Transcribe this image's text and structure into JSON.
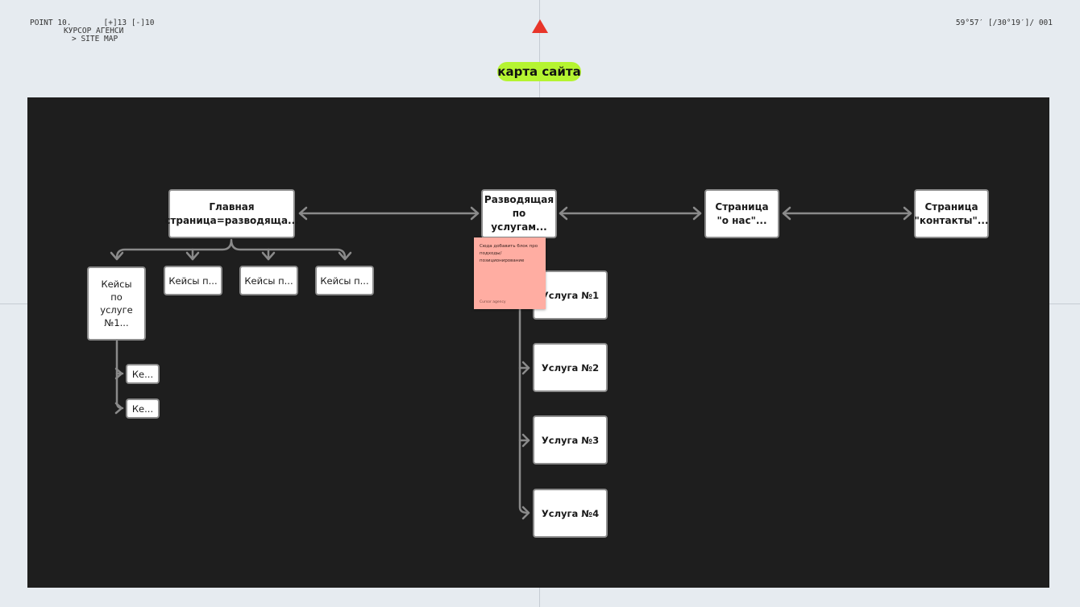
{
  "header": {
    "left_line1": "POINT 10.       [+]13 [-]10",
    "left_line2": "КУРСОР АГЕНСИ",
    "left_line3": "> SITE MAP",
    "right": "59°57′ [/30°19′]/ 001"
  },
  "title": "карта сайта",
  "nodes": {
    "home": "Главная страница=разводяща...",
    "services_hub": "Разводящая по услугам...",
    "about": "Страница \"о нас\"...",
    "contacts": "Страница \"контакты\"...",
    "cases_1": "Кейсы по услуге №1...",
    "cases_2": "Кейсы п...",
    "cases_3": "Кейсы п...",
    "cases_4": "Кейсы п...",
    "case_sub_1": "Ке...",
    "case_sub_2": "Ке...",
    "service_1": "Услуга №1",
    "service_2": "Услуга №2",
    "service_3": "Услуга №3",
    "service_4": "Услуга №4"
  },
  "sticky": {
    "text": "Сюда добавить блок про подходы/ позиционирование",
    "author": "Cursor agency"
  },
  "colors": {
    "background": "#e6ebf0",
    "board": "#1e1e1e",
    "accent_pill": "#b5f431",
    "marker": "#e8352a",
    "sticky": "#ffada2"
  }
}
